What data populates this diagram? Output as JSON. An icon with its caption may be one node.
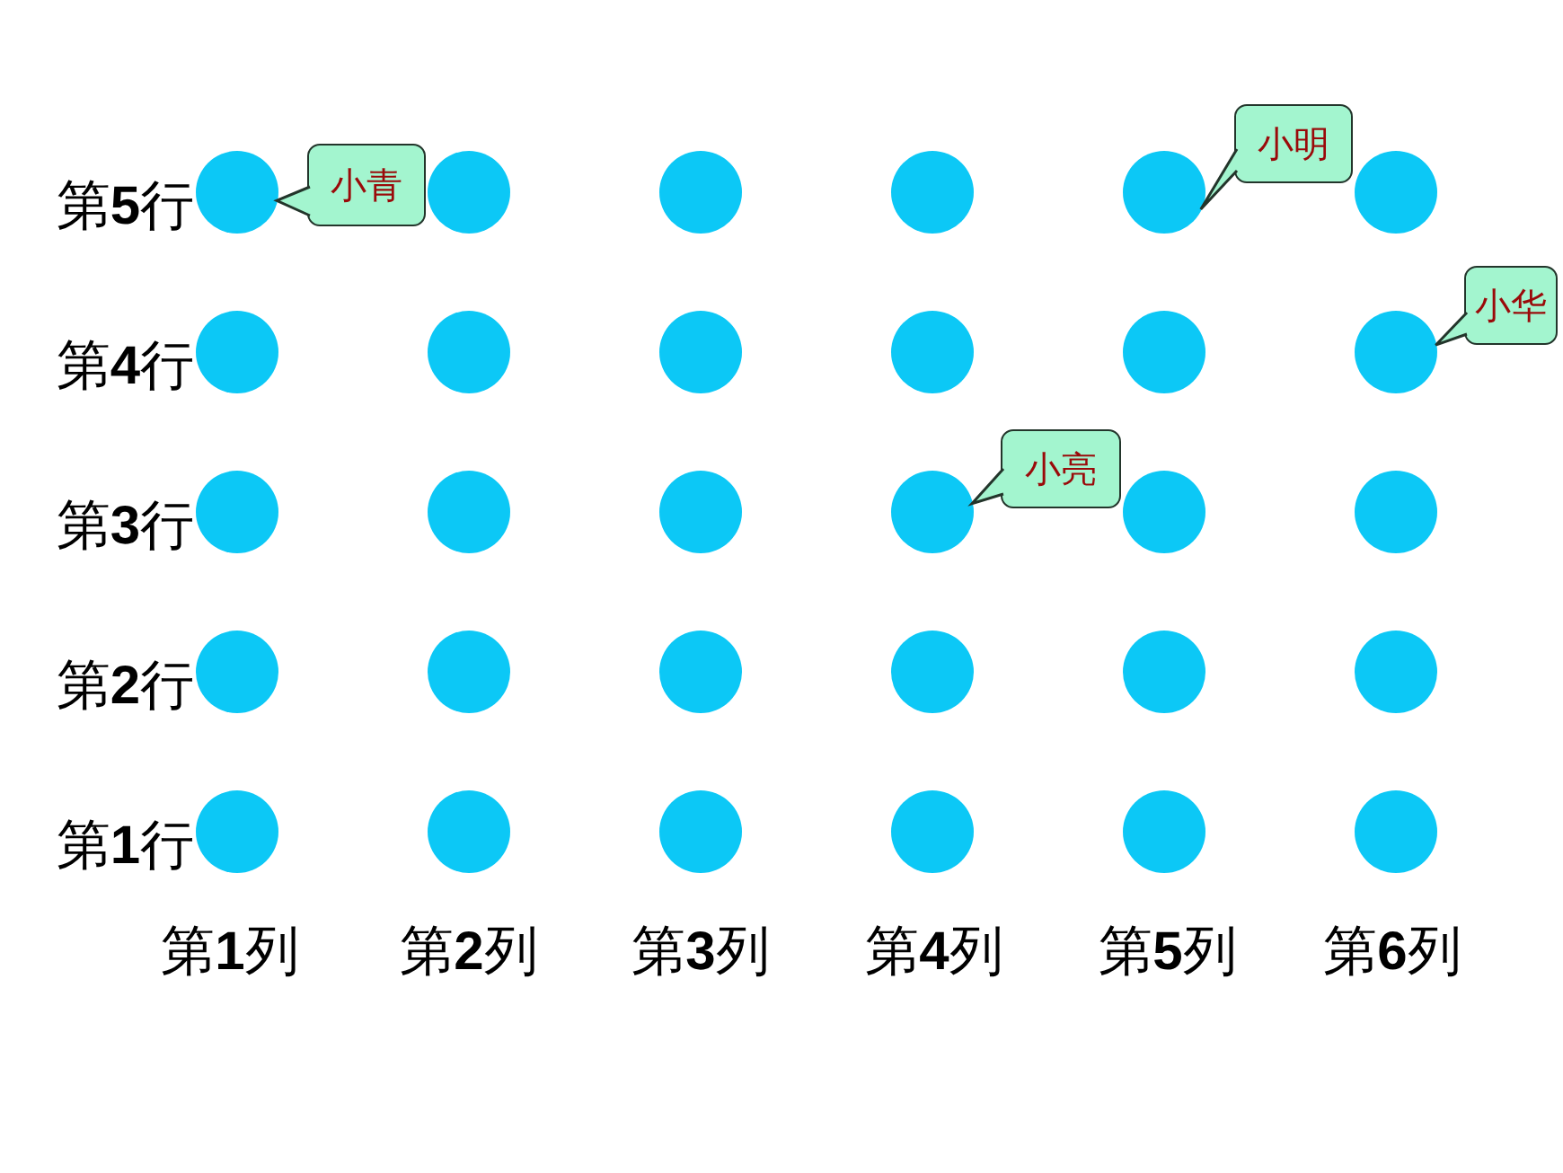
{
  "diagram": {
    "nodes": [
      {
        "text": [],
        "shape": "circle"
      },
      {
        "text": [],
        "shape": "circle"
      },
      {
        "text": [],
        "shape": "circle"
      },
      {
        "text": [],
        "shape": "circle"
      },
      {
        "text": [],
        "shape": "circle"
      },
      {
        "text": [],
        "shape": "circle"
      },
      {
        "text": [],
        "shape": "circle"
      },
      {
        "text": [],
        "shape": "circle"
      },
      {
        "text": [],
        "shape": "circle"
      },
      {
        "text": [],
        "shape": "circle"
      },
      {
        "text": [],
        "shape": "circle"
      },
      {
        "text": [],
        "shape": "circle"
      },
      {
        "text": [],
        "shape": "circle"
      },
      {
        "text": [],
        "shape": "circle"
      },
      {
        "text": [],
        "shape": "circle"
      },
      {
        "text": [],
        "shape": "circle"
      },
      {
        "text": [],
        "shape": "circle"
      },
      {
        "text": [],
        "shape": "circle"
      },
      {
        "text": [],
        "shape": "circle"
      },
      {
        "text": [],
        "shape": "circle"
      },
      {
        "text": [],
        "shape": "circle"
      },
      {
        "text": [],
        "shape": "circle"
      },
      {
        "text": [],
        "shape": "circle"
      },
      {
        "text": [],
        "shape": "circle"
      },
      {
        "text": [],
        "shape": "circle"
      },
      {
        "text": [],
        "shape": "circle"
      },
      {
        "text": [],
        "shape": "circle"
      },
      {
        "text": [],
        "shape": "circle"
      },
      {
        "text": [],
        "shape": "circle"
      },
      {
        "text": [],
        "shape": "circle"
      },
      {
        "text": [
          "小青"
        ]
      },
      {
        "text": [
          "小明"
        ]
      },
      {
        "text": [
          "小华"
        ]
      },
      {
        "text": [
          "小亮"
        ]
      }
    ],
    "edges": [
      {
        "from": 30,
        "to": 0,
        "arrow": "to"
      },
      {
        "from": 31,
        "to": 4,
        "arrow": "to"
      },
      {
        "from": 32,
        "to": 11,
        "arrow": "to"
      },
      {
        "from": 33,
        "to": 15,
        "arrow": "to"
      }
    ],
    "labels": [
      "第**5**行",
      "第**4**行",
      "第**3**行",
      "第**2**行",
      "第**1**行",
      "第**1**列",
      "第**2**列",
      "第**3**列",
      "第**4**列",
      "第**5**列",
      "第**6**列"
    ]
  }
}
